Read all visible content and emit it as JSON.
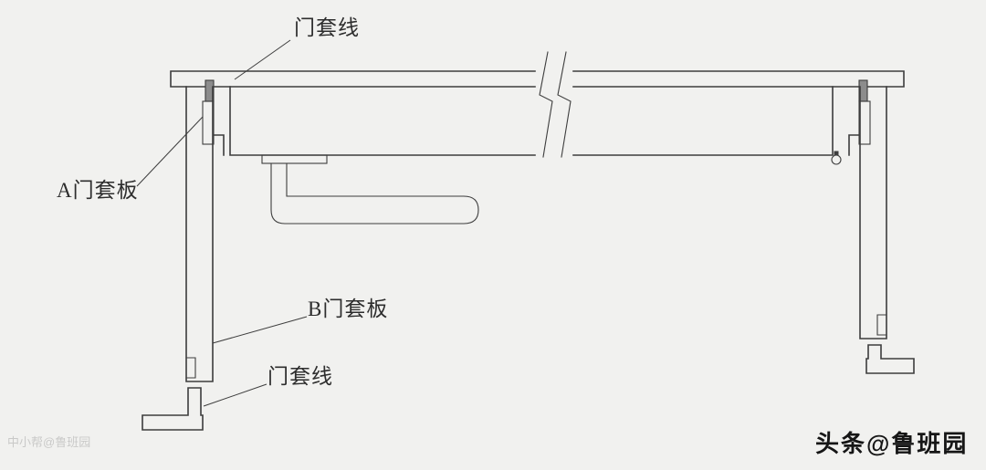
{
  "canvas": {
    "background": "#f1f1ef",
    "line_color": "#3d3d3d",
    "seal_fill": "#8c8c8c"
  },
  "labels": {
    "casing_line_top": "门套线",
    "jamb_a": "A门套板",
    "jamb_b": "B门套板",
    "casing_line_bottom": "门套线"
  },
  "watermarks": {
    "faint_bottom_left": "中小帮@鲁班园",
    "bold_bottom_right": "头条@鲁班园"
  }
}
